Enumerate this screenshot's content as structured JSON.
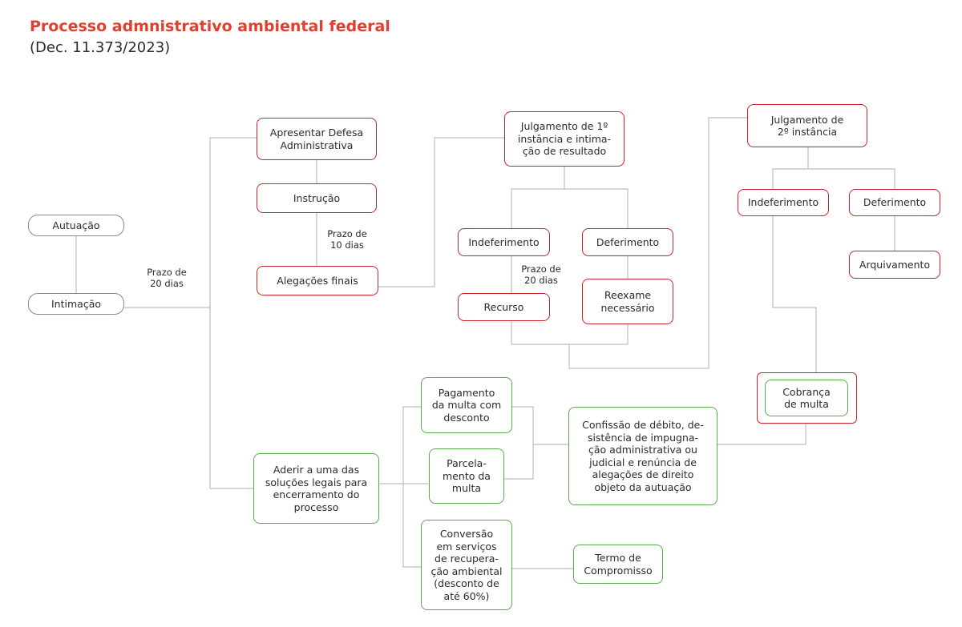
{
  "header": {
    "title": "Processo admnistrativo ambiental federal",
    "subtitle": "(Dec. 11.373/2023)"
  },
  "nodes": {
    "autuacao": "Autuação",
    "intimacao": "Intimação",
    "apresentar_defesa": "Apresentar Defesa\nAdministrativa",
    "instrucao": "Instrução",
    "alegacoes_finais": "Alegações finais",
    "julgamento_1": "Julgamento de 1º\ninstância e intima-\nção de resultado",
    "indeferimento_1": "Indeferimento",
    "deferimento_1": "Deferimento",
    "recurso": "Recurso",
    "reexame": "Reexame\nnecessário",
    "julgamento_2": "Julgamento de\n2º instância",
    "indeferimento_2": "Indeferimento",
    "deferimento_2": "Deferimento",
    "arquivamento": "Arquivamento",
    "cobranca": "Cobrança\nde multa",
    "aderir": "Aderir a uma das\nsoluções legais para\nencerramento do\nprocesso",
    "pagamento": "Pagamento\nda multa com\ndesconto",
    "parcelamento": "Parcela-\nmento da\nmulta",
    "conversao": "Conversão\nem serviços\nde recupera-\nção ambiental\n(desconto de\naté 60%)",
    "confissao": "Confissão de débito, de-\nsistência de impugna-\nção administrativa ou\njudicial e renúncia de\nalegações de direito\nobjeto da autuação",
    "termo": "Termo de\nCompromisso"
  },
  "notes": {
    "prazo_20_a": "Prazo de\n20 dias",
    "prazo_10": "Prazo de\n10 dias",
    "prazo_20_b": "Prazo de\n20 dias"
  },
  "colors": {
    "title": "#e0402e",
    "red_border": "#c8242c",
    "green_border": "#5aaa4e",
    "grey_border": "#8a8a8a",
    "connector": "#bdbdbd"
  }
}
